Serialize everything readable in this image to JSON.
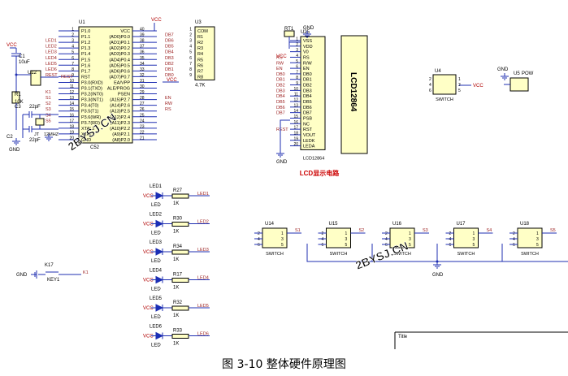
{
  "caption": "图 3-10 整体硬件原理图",
  "watermark": "2BYSJ.CN",
  "colors": {
    "wire": "#1f2fb2",
    "body": "#ffffc6",
    "text": "#000000",
    "net": "#9a1c1c",
    "power": "#b00000",
    "title": "#cc0000"
  },
  "mcu": {
    "ref": "U1",
    "part": "C52",
    "left_pins": [
      [
        "1",
        "P1.0"
      ],
      [
        "2",
        "P1.1"
      ],
      [
        "3",
        "P1.2"
      ],
      [
        "4",
        "P1.3"
      ],
      [
        "5",
        "P1.4"
      ],
      [
        "6",
        "P1.5"
      ],
      [
        "7",
        "P1.6"
      ],
      [
        "8",
        "P1.7"
      ],
      [
        "9",
        "RST"
      ],
      [
        "10",
        "P3.0(RXD)"
      ],
      [
        "11",
        "P3.1(TXD)"
      ],
      [
        "12",
        "P3.2(INT0)"
      ],
      [
        "13",
        "P3.3(INT1)"
      ],
      [
        "14",
        "P3.4(T0)"
      ],
      [
        "15",
        "P3.5(T1)"
      ],
      [
        "16",
        "P3.6(WR)"
      ],
      [
        "17",
        "P3.7(RD)"
      ],
      [
        "18",
        "XTAL2"
      ],
      [
        "19",
        "XTAL1"
      ],
      [
        "20",
        "GND"
      ]
    ],
    "right_pins": [
      [
        "40",
        "VCC"
      ],
      [
        "39",
        "(AD0)P0.0"
      ],
      [
        "38",
        "(AD1)P0.1"
      ],
      [
        "37",
        "(AD2)P0.2"
      ],
      [
        "36",
        "(AD3)P0.3"
      ],
      [
        "35",
        "(AD4)P0.4"
      ],
      [
        "34",
        "(AD5)P0.5"
      ],
      [
        "33",
        "(AD6)P0.6"
      ],
      [
        "32",
        "(AD7)P0.7"
      ],
      [
        "31",
        "EA/VPP"
      ],
      [
        "30",
        "ALE/PROG"
      ],
      [
        "29",
        "PSEN"
      ],
      [
        "28",
        "(A15)P2.7"
      ],
      [
        "27",
        "(A14)P2.6"
      ],
      [
        "26",
        "(A13)P2.5"
      ],
      [
        "25",
        "(A12)P2.4"
      ],
      [
        "24",
        "(A11)P2.3"
      ],
      [
        "23",
        "(A10)P2.2"
      ],
      [
        "22",
        "(A9)P2.1"
      ],
      [
        "21",
        "(A8)P2.0"
      ]
    ],
    "left_nets": [
      "",
      "",
      "LED1",
      "LED2",
      "LED3",
      "LED4",
      "LED5",
      "LED6",
      "REST",
      "",
      "",
      "K1",
      "S1",
      "S2",
      "S3",
      "S4",
      "S5",
      "",
      "",
      ""
    ],
    "right_nets": [
      "VCC",
      "DB7",
      "DB6",
      "DB5",
      "DB4",
      "DB3",
      "DB2",
      "DB1",
      "DB0",
      "VCC",
      "",
      "",
      "EN",
      "RW",
      "RS",
      "",
      "",
      "",
      "",
      ""
    ]
  },
  "rpack": {
    "ref": "U3",
    "value": "4.7K",
    "pins": [
      [
        "1",
        "COM"
      ],
      [
        "2",
        "R1"
      ],
      [
        "3",
        "R2"
      ],
      [
        "4",
        "R3"
      ],
      [
        "5",
        "R4"
      ],
      [
        "6",
        "R5"
      ],
      [
        "7",
        "R6"
      ],
      [
        "8",
        "R7"
      ],
      [
        "9",
        "R8"
      ]
    ]
  },
  "lcd": {
    "ref": "U25",
    "part": "LCD12864",
    "title": "LCD12864",
    "pins": [
      [
        "1",
        "VSS",
        ""
      ],
      [
        "2",
        "VDD",
        ""
      ],
      [
        "3",
        "V0",
        ""
      ],
      [
        "4",
        "RS",
        "RS"
      ],
      [
        "5",
        "R/W",
        "RW"
      ],
      [
        "6",
        "EN",
        "EN"
      ],
      [
        "7",
        "DB0",
        "DB0"
      ],
      [
        "8",
        "DB1",
        "DB1"
      ],
      [
        "9",
        "DB2",
        "DB2"
      ],
      [
        "10",
        "DB3",
        "DB3"
      ],
      [
        "11",
        "DB4",
        "DB4"
      ],
      [
        "12",
        "DB5",
        "DB5"
      ],
      [
        "13",
        "DB6",
        "DB6"
      ],
      [
        "14",
        "DB7",
        "DB7"
      ],
      [
        "15",
        "PSB",
        ""
      ],
      [
        "16",
        "NC",
        ""
      ],
      [
        "17",
        "RST",
        "REST"
      ],
      [
        "18",
        "VOUT",
        ""
      ],
      [
        "19",
        "LEDK",
        ""
      ],
      [
        "20",
        "LEDA",
        ""
      ]
    ],
    "rt_ref": "RT1",
    "section_label": "LCD显示电路"
  },
  "reset": {
    "cap_ref": "C1",
    "cap_value": "10uF",
    "res_ref": "R1",
    "res_value": "10K",
    "sw_ref": "U12",
    "net": "REST"
  },
  "osc": {
    "c3_ref": "C3",
    "c3_value": "22pF",
    "c2_ref": "C2",
    "c2_value": "22pF",
    "xtal_ref": "JT",
    "xtal_value": "12MHZ"
  },
  "leds": [
    {
      "led": "LED1",
      "res": "R27",
      "value": "1K",
      "net": "LED1"
    },
    {
      "led": "LED2",
      "res": "R30",
      "value": "1K",
      "net": "LED2"
    },
    {
      "led": "LED3",
      "res": "R34",
      "value": "1K",
      "net": "LED3"
    },
    {
      "led": "LED4",
      "res": "R17",
      "value": "1K",
      "net": "LED4"
    },
    {
      "led": "LED5",
      "res": "R32",
      "value": "1K",
      "net": "LED5"
    },
    {
      "led": "LED6",
      "res": "R33",
      "value": "1K",
      "net": "LED6"
    }
  ],
  "led_common": "LED",
  "key": {
    "ref": "K17",
    "name": "KEY1",
    "net": "K1"
  },
  "switches": [
    {
      "ref": "U14",
      "net": "S1"
    },
    {
      "ref": "U15",
      "net": "S2"
    },
    {
      "ref": "U16",
      "net": "S3"
    },
    {
      "ref": "U17",
      "net": "S4"
    },
    {
      "ref": "U18",
      "net": "S5"
    }
  ],
  "power_switch": {
    "ref": "U4",
    "pow_ref": "U5",
    "pow_name": "POW"
  },
  "switch_label": "SWITCH",
  "vcc": "VCC",
  "gnd": "GND",
  "title_block": {
    "label": "Title"
  }
}
